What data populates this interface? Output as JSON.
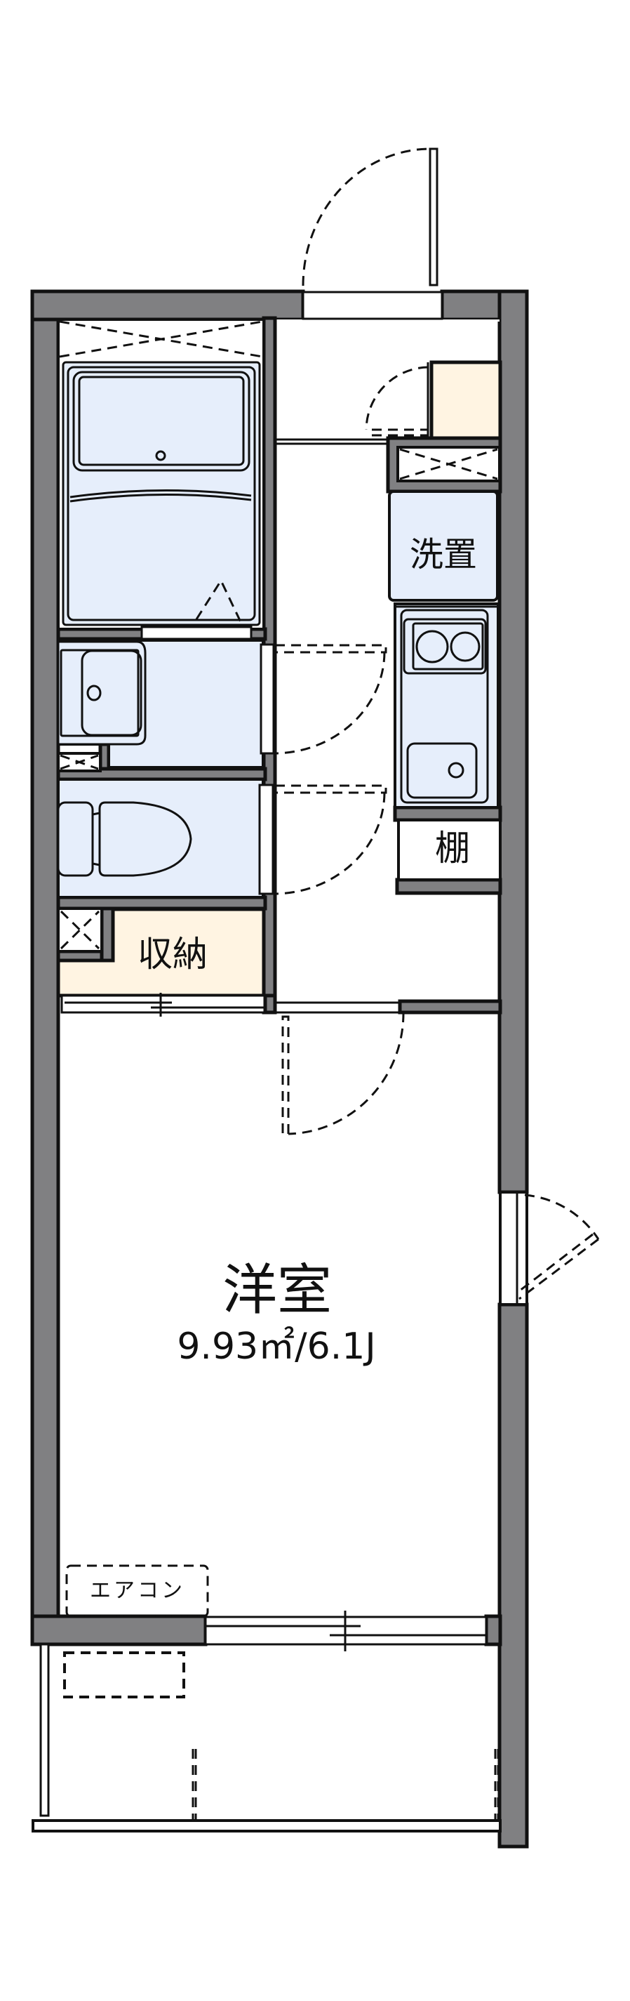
{
  "plan": {
    "colors": {
      "wall": "#808082",
      "wet_area": "#E6EEFB",
      "storage": "#FFF4E2",
      "line": "#111111",
      "background": "#FFFFFF"
    },
    "rooms": {
      "western_room": {
        "label": "洋室",
        "area": "9.93㎡/6.1J"
      },
      "storage": {
        "label": "収納"
      },
      "washer_space": {
        "label": "洗置"
      },
      "shelf": {
        "label": "棚"
      },
      "air_conditioner": {
        "label": "エアコン"
      }
    },
    "fixtures": [
      "bathtub-icon",
      "washbasin-icon",
      "toilet-icon",
      "kitchen-stove-icon",
      "kitchen-sink-icon",
      "shoe-cabinet-icon"
    ]
  }
}
